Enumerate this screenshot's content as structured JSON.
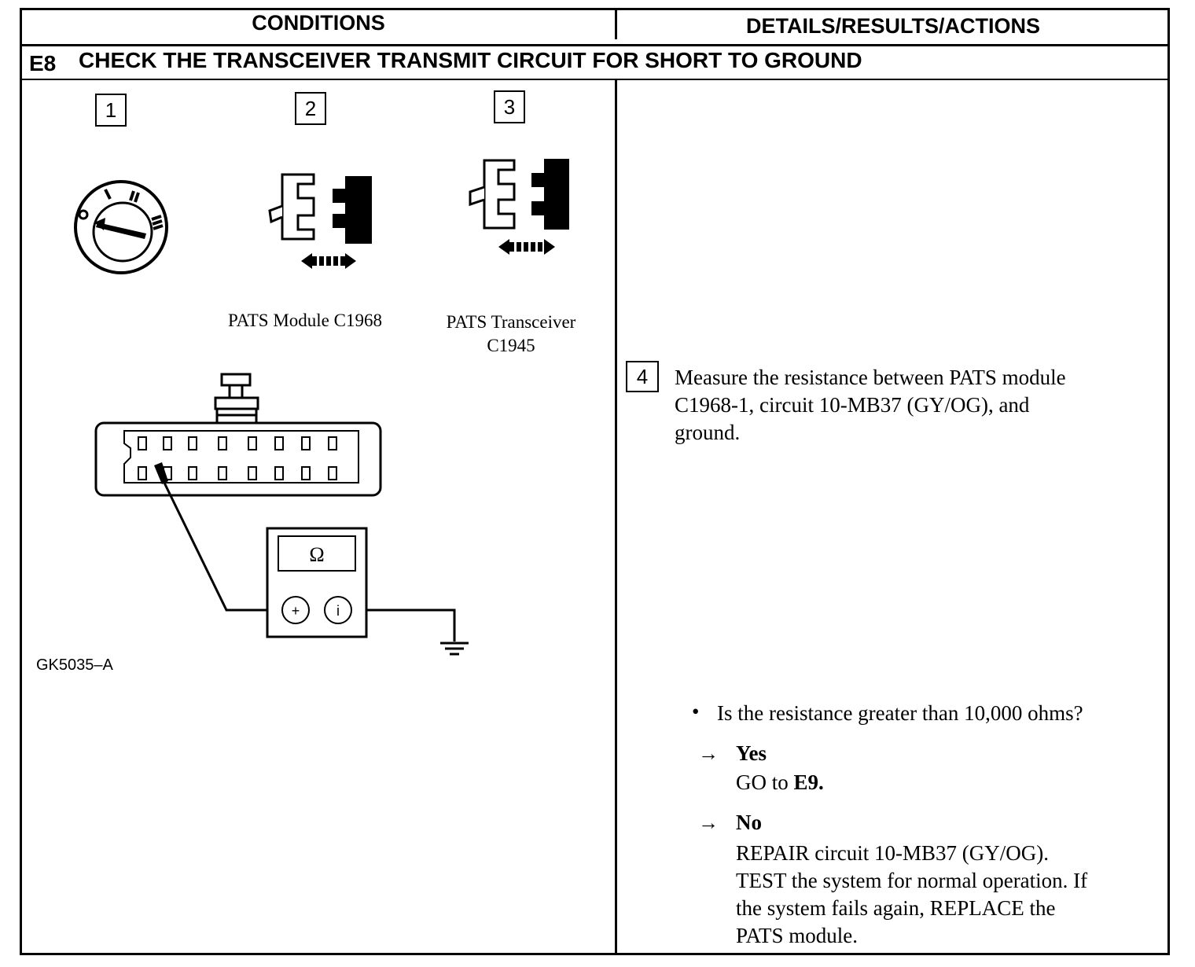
{
  "header": {
    "conditions": "CONDITIONS",
    "details": "DETAILS/RESULTS/ACTIONS"
  },
  "step_title": {
    "code": "E8",
    "text": "CHECK THE TRANSCEIVER TRANSMIT CIRCUIT FOR SHORT TO GROUND"
  },
  "figure": {
    "steps": [
      "1",
      "2",
      "3"
    ],
    "pats_module_label": "PATS Module C1968",
    "transceiver_label_line1": "PATS Transceiver",
    "transceiver_label_line2": "C1945",
    "meter_symbol": "Ω",
    "meter_plus": "+",
    "meter_minus": "i",
    "figure_id": "GK5035–A"
  },
  "details": {
    "step_number": "4",
    "measure_text_lines": [
      "Measure the resistance between PATS module",
      "C1968-1, circuit 10-MB37 (GY/OG), and",
      "ground."
    ],
    "question": "Is the resistance greater than 10,000 ohms?",
    "yes": {
      "label": "Yes",
      "action_prefix": "GO to ",
      "action_target": "E9."
    },
    "no": {
      "label": "No",
      "action_lines": [
        "REPAIR circuit 10-MB37 (GY/OG).",
        "TEST the system for normal operation. If",
        "the system fails again, REPLACE the",
        "PATS module."
      ]
    }
  }
}
